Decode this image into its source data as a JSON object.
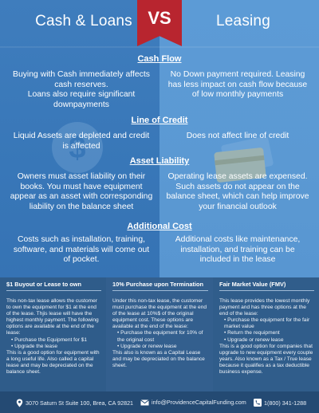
{
  "header": {
    "left_title": "Cash & Loans",
    "vs_label": "VS",
    "right_title": "Leasing"
  },
  "sections": [
    {
      "title": "Cash Flow",
      "left": "Buying with Cash immediately affects cash reserves.\nLoans also require significant downpayments",
      "right": "No Down payment required. Leasing has less impact on cash flow because of low monthly payments"
    },
    {
      "title": "Line of Credit",
      "left": "Liquid Assets are depleted and credit is affected",
      "right": "Does not affect line of credit"
    },
    {
      "title": "Asset Liability",
      "left": "Owners must asset liability on their books. You must have equipment appear as an asset with corresponding liability on the balance sheet",
      "right": "Operating lease assets are expensed. Such assets do not appear on the balance sheet, which can help improve your financial outlook"
    },
    {
      "title": "Additional Cost",
      "left": "Costs such as installation, training, software, and materials will come out of pocket.",
      "right": "Additional costs like maintenance, installation, and training can be included in the lease"
    }
  ],
  "columns": [
    {
      "heading": "$1 Buyout or Lease to own",
      "body": "This non-tax lease allows the customer to own the equipment for $1 at the end of the lease. Thjis lease will have the highest monthly payment. The following options are available at the end of the lease:",
      "bullets": [
        "• Purchase the Equipment for $1",
        "• Upgrade the lease"
      ],
      "tail": "This is a good option for equipment with a long useful life. Also called a capital lease and may be depreciated on the balance sheet."
    },
    {
      "heading": "10% Purchase upon Termination",
      "body": "Under this non-tax lease, the customer must purchase the equipment at the end of the lease at 10%$ of the original equipment cost. These options are available at the end of the lease:",
      "bullets": [
        "• Purchase the equipment for 10% of the original cost",
        "• Upgrade or renew lease"
      ],
      "tail": "This also is known as a Capital Lease and may be depreciated on the balance sheet."
    },
    {
      "heading": "Fair Market Value (FMV)",
      "body": "This lease provides the lowest monthly payment and has three options at the end of the lease:",
      "bullets": [
        "• Purchase the equipment for the fair market value",
        "• Return the requipment",
        "• Upgrade or renew lease"
      ],
      "tail": "This is a good option for companies that upgrade to new equipment every couple years. Also known as a Tax / True lease because it qualifies as a tax deductible business expense."
    }
  ],
  "footer": {
    "address": "3070 Saturn St Suite 100, Brea, CA 92821",
    "email": "info@ProvidenceCapitalFunding.com",
    "phone": "1(800) 341-1288"
  },
  "colors": {
    "left_panel": "#3877b8",
    "right_panel": "#5b99d3",
    "ribbon": "#b8252f",
    "bottom": "#2f5d8c",
    "footer": "#244a73"
  },
  "icons": [
    "dollar-icon",
    "credit-card-icon",
    "location-icon",
    "email-icon",
    "phone-icon"
  ]
}
